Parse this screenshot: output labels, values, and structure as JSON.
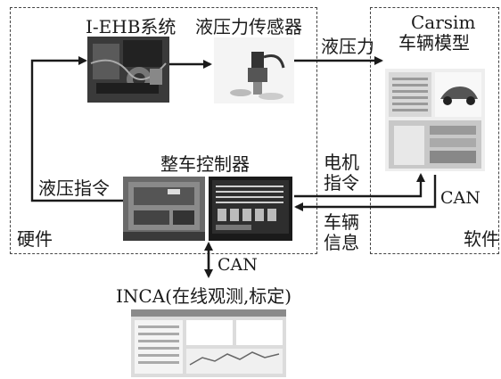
{
  "hardware_region": {
    "label": "硬件",
    "ehb_system_label": "I-EHB系统",
    "pressure_sensor_label": "液压力传感器",
    "vehicle_controller_label": "整车控制器",
    "hydraulic_command_label": "液压指令"
  },
  "software_region": {
    "label": "软件",
    "carsim_title_line1": "Carsim",
    "carsim_title_line2": "车辆模型",
    "can_label": "CAN"
  },
  "links": {
    "hydraulic_pressure_label": "液压力",
    "motor_command_line1": "电机",
    "motor_command_line2": "指令",
    "vehicle_info_line1": "车辆",
    "vehicle_info_line2": "信息",
    "can_label": "CAN"
  },
  "inca": {
    "label": "INCA(在线观测,标定)"
  }
}
